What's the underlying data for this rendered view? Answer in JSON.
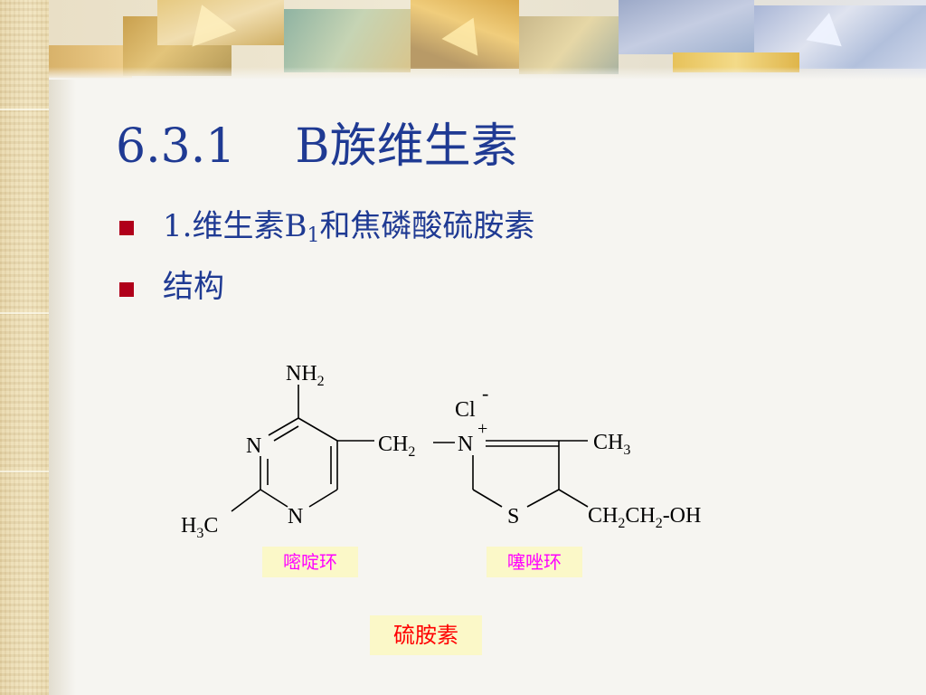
{
  "title": "6.3.1    B族维生素",
  "bullets": [
    {
      "main": "1.维生素B",
      "sub": "1",
      "rest": "和焦磷酸硫胺素"
    },
    {
      "main": "结构"
    }
  ],
  "structure": {
    "atoms": {
      "amino_n": "NH",
      "amino_sub": "2",
      "pyr_n1": "N",
      "pyr_n3": "N",
      "methyl_h": "H",
      "methyl_sub": "3",
      "methyl_c": "C",
      "bridge_ch": "CH",
      "bridge_sub": "2",
      "thiazole_n": "N",
      "plus": "+",
      "chloride": "Cl",
      "minus": "-",
      "thiazole_s": "S",
      "ring_methyl": "CH",
      "ring_methyl_sub": "3",
      "side_ch_a": "CH",
      "side_sub_a": "2",
      "side_ch_b": "CH",
      "side_sub_b": "2",
      "side_oh": "-OH"
    },
    "ring_labels": {
      "pyrimidine": "嘧啶环",
      "thiazole": "噻唑环"
    },
    "compound_name": "硫胺素"
  }
}
